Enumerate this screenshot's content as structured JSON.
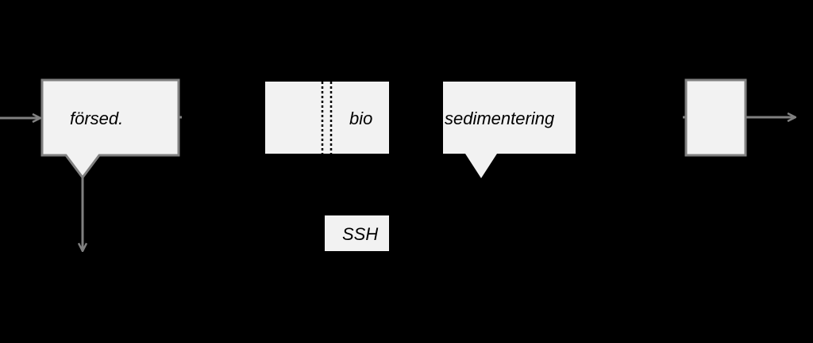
{
  "diagram": {
    "labels": {
      "forsed": "försed.",
      "bio": "bio",
      "sedimentering": "sedimentering",
      "ssh": "SSH"
    },
    "colors": {
      "background": "#000000",
      "box_fill": "#f2f2f2",
      "stroke": "#808080",
      "text": "#000000"
    }
  }
}
